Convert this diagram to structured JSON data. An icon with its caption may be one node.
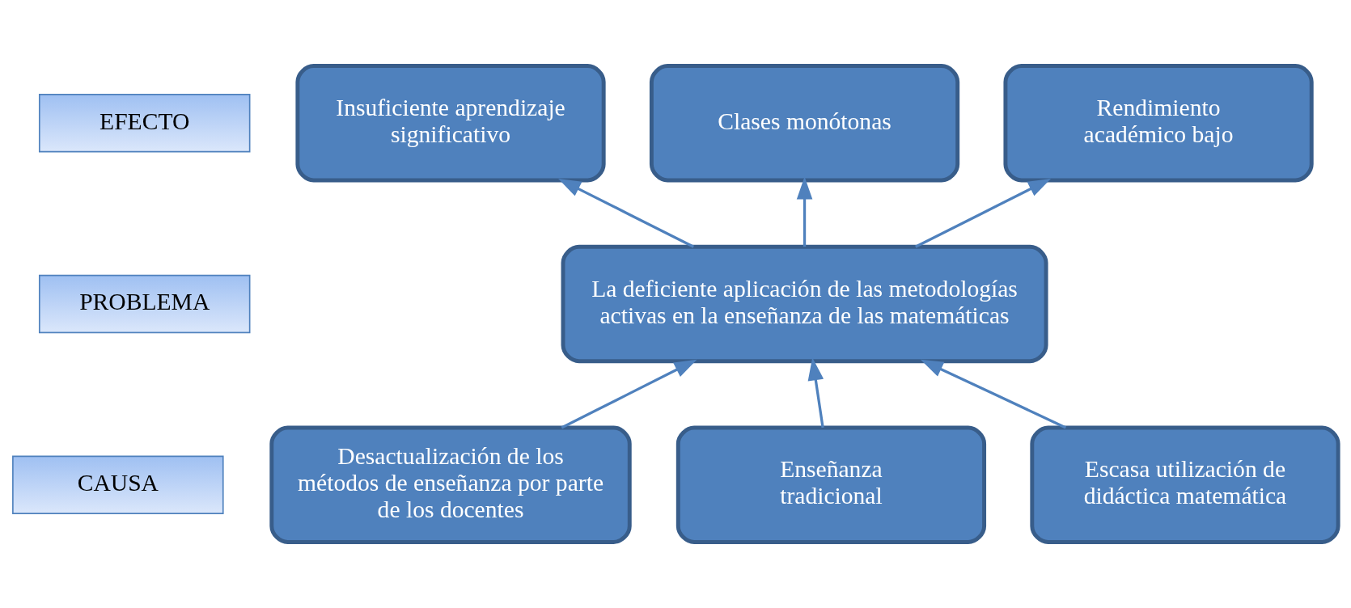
{
  "diagram": {
    "nodes": [
      {
        "text": [
          "EFECTO"
        ]
      },
      {
        "text": [
          "PROBLEMA"
        ]
      },
      {
        "text": [
          "CAUSA"
        ]
      },
      {
        "text": [
          "Insuficiente aprendizaje significativo"
        ]
      },
      {
        "text": [
          "Clases monótonas"
        ]
      },
      {
        "text": [
          "Rendimiento académico bajo"
        ]
      },
      {
        "text": [
          "La deficiente aplicación de las metodologías activas en la enseñanza de las matemáticas"
        ]
      },
      {
        "text": [
          "Desactualización de los métodos de enseñanza por parte de los docentes"
        ]
      },
      {
        "text": [
          "Enseñanza tradicional"
        ]
      },
      {
        "text": [
          "Escasa utilización de didáctica matemática"
        ]
      }
    ],
    "edges": [
      {
        "from": 6,
        "to": 3,
        "arrow": "to"
      },
      {
        "from": 6,
        "to": 4,
        "arrow": "to"
      },
      {
        "from": 6,
        "to": 5,
        "arrow": "to"
      },
      {
        "from": 7,
        "to": 6,
        "arrow": "to"
      },
      {
        "from": 8,
        "to": 6,
        "arrow": "to"
      },
      {
        "from": 9,
        "to": 6,
        "arrow": "to"
      }
    ]
  }
}
